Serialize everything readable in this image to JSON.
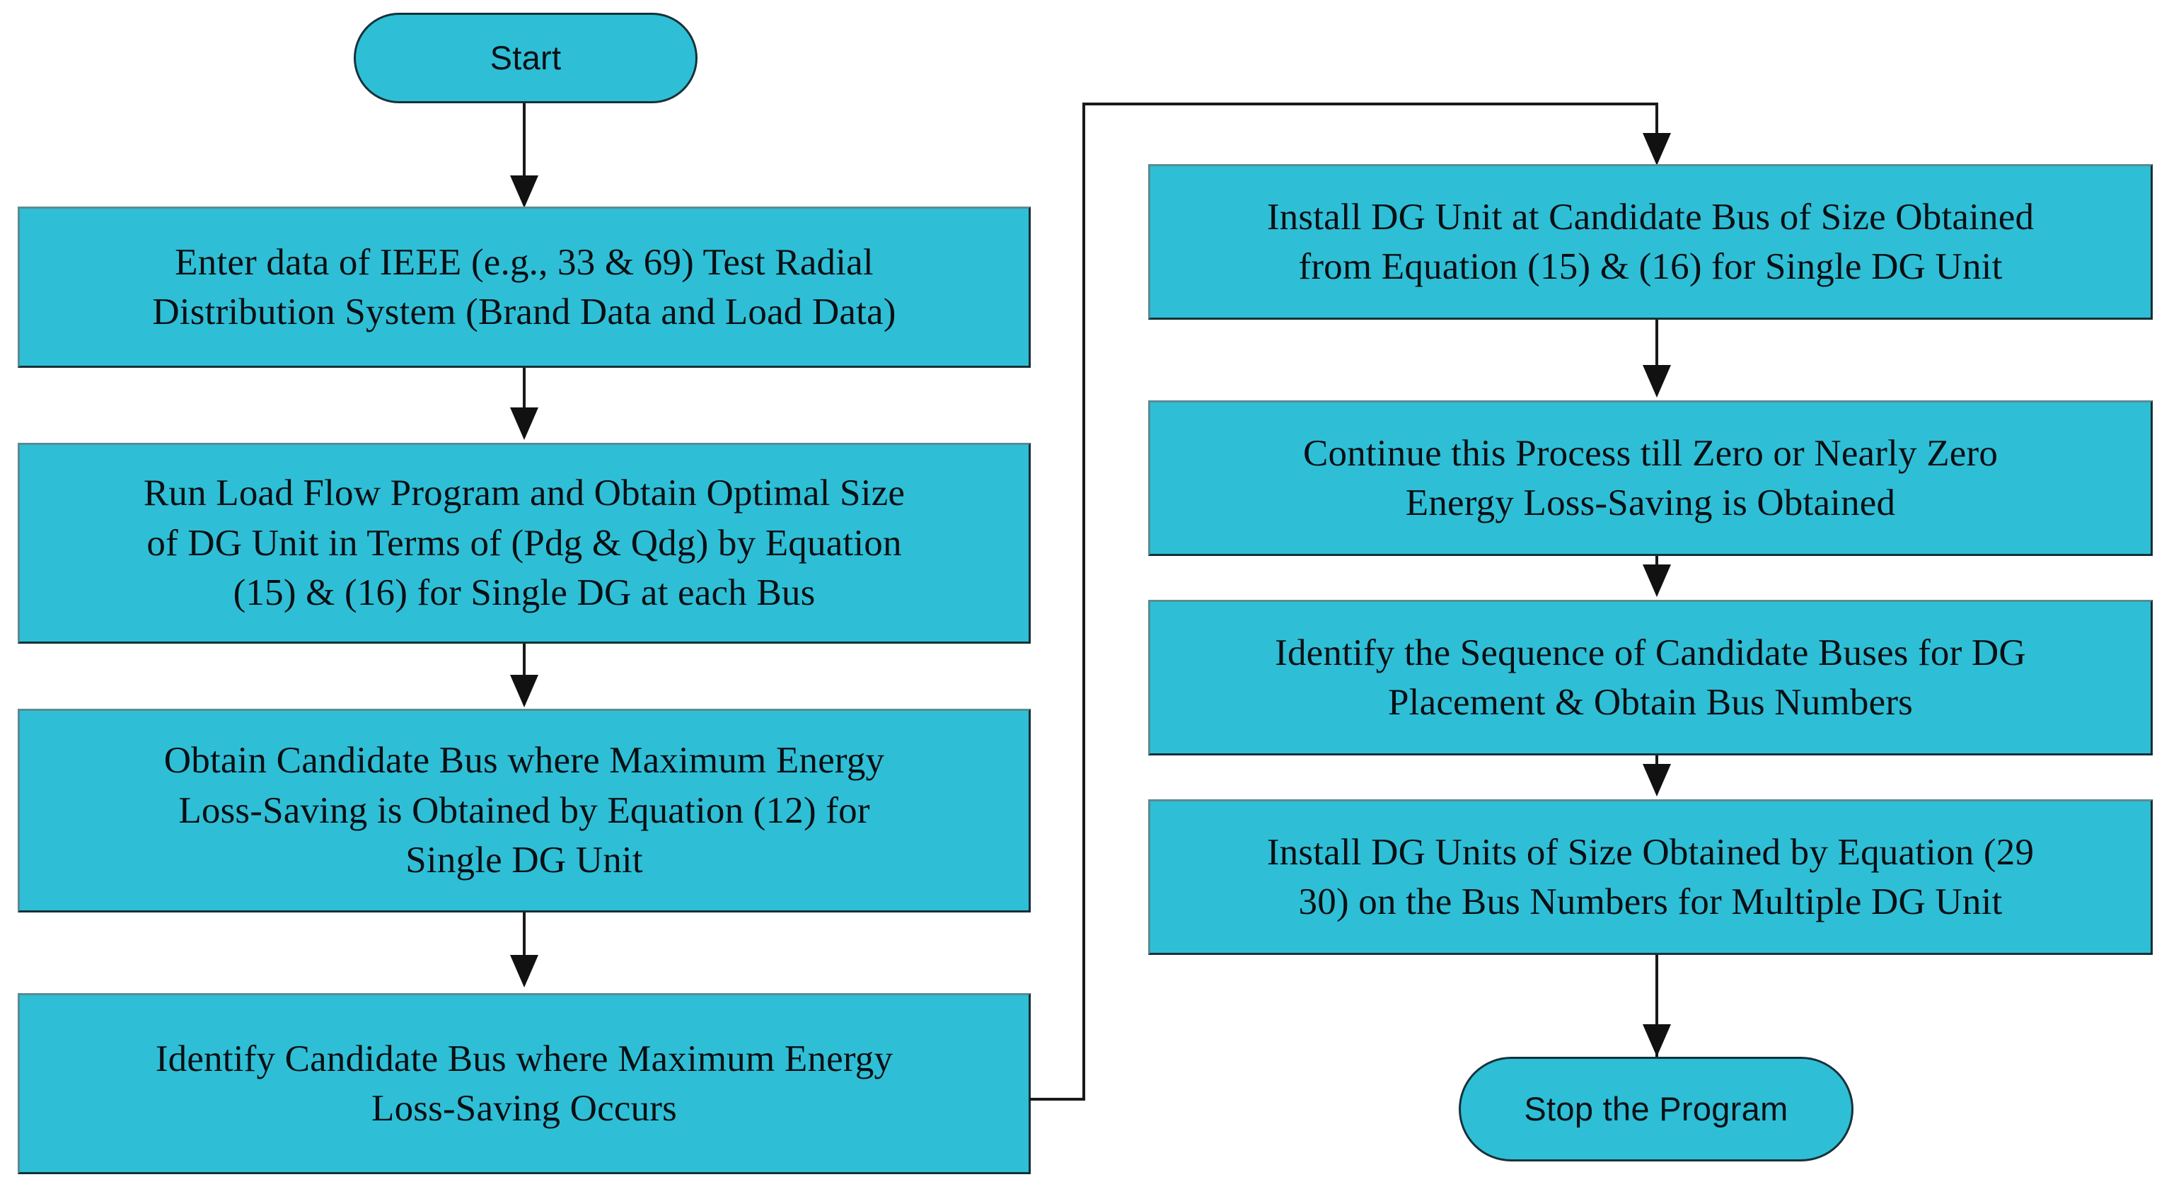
{
  "diagram": {
    "title": "DG placement and sizing algorithm flowchart",
    "colors": {
      "node_fill": "#2ebfd6",
      "node_border": "#17323a",
      "connector": "#1a1a1a",
      "background": "#ffffff",
      "text": "#0a0f14"
    },
    "nodes": {
      "start": {
        "label": "Start",
        "type": "terminator"
      },
      "left_1": {
        "type": "process",
        "line1": "Enter data of IEEE (e.g., 33 & 69) Test Radial",
        "line2": "Distribution System (Brand Data and Load Data)",
        "text": "Enter data of IEEE (e.g., 33 & 69) Test Radial Distribution System (Brand Data and Load Data)"
      },
      "left_2": {
        "type": "process",
        "line1": "Run Load Flow Program and Obtain Optimal Size",
        "line2": "of DG Unit in Terms of (Pdg  & Qdg) by Equation",
        "line3": "(15) & (16) for Single DG at each Bus",
        "text": "Run Load Flow Program and Obtain Optimal Size of DG Unit in Terms of (Pdg  & Qdg) by Equation (15) & (16) for Single DG at each Bus"
      },
      "left_3": {
        "type": "process",
        "line1": "Obtain Candidate Bus where Maximum Energy",
        "line2": "Loss-Saving is Obtained by Equation (12) for",
        "line3": "Single DG Unit",
        "text": "Obtain Candidate Bus where Maximum Energy Loss-Saving is Obtained by Equation (12) for Single DG Unit"
      },
      "left_4": {
        "type": "process",
        "line1": "Identify Candidate Bus where Maximum Energy",
        "line2": "Loss-Saving Occurs",
        "text": "Identify Candidate Bus where Maximum Energy Loss-Saving Occurs"
      },
      "right_1": {
        "type": "process",
        "line1": "Install DG Unit at Candidate Bus of Size Obtained",
        "line2": "from Equation (15) & (16) for Single DG Unit",
        "text": "Install DG Unit at Candidate Bus of Size Obtained from Equation (15) & (16) for Single DG Unit"
      },
      "right_2": {
        "type": "process",
        "line1": "Continue this Process till Zero or Nearly Zero",
        "line2": "Energy Loss-Saving is Obtained",
        "text": "Continue this Process till Zero or Nearly Zero Energy Loss-Saving is Obtained"
      },
      "right_3": {
        "type": "process",
        "line1": "Identify the Sequence of Candidate Buses for DG",
        "line2": "Placement & Obtain Bus Numbers",
        "text": "Identify the Sequence of Candidate Buses for DG Placement & Obtain Bus Numbers"
      },
      "right_4": {
        "type": "process",
        "line1": "Install DG Units of Size Obtained by Equation (29",
        "line2": "30) on the Bus Numbers for Multiple DG Unit",
        "text": "Install DG Units of Size Obtained by Equation (29 30) on the Bus Numbers for Multiple DG Unit"
      },
      "stop": {
        "label": "Stop the Program",
        "type": "terminator"
      }
    },
    "edges": [
      {
        "from": "start",
        "to": "left_1",
        "style": "straight-down"
      },
      {
        "from": "left_1",
        "to": "left_2",
        "style": "straight-down"
      },
      {
        "from": "left_2",
        "to": "left_3",
        "style": "straight-down"
      },
      {
        "from": "left_3",
        "to": "left_4",
        "style": "straight-down"
      },
      {
        "from": "left_4",
        "to": "right_1",
        "style": "right-up-right-down"
      },
      {
        "from": "right_1",
        "to": "right_2",
        "style": "straight-down"
      },
      {
        "from": "right_2",
        "to": "right_3",
        "style": "straight-down"
      },
      {
        "from": "right_3",
        "to": "right_4",
        "style": "straight-down"
      },
      {
        "from": "right_4",
        "to": "stop",
        "style": "straight-down"
      }
    ]
  }
}
